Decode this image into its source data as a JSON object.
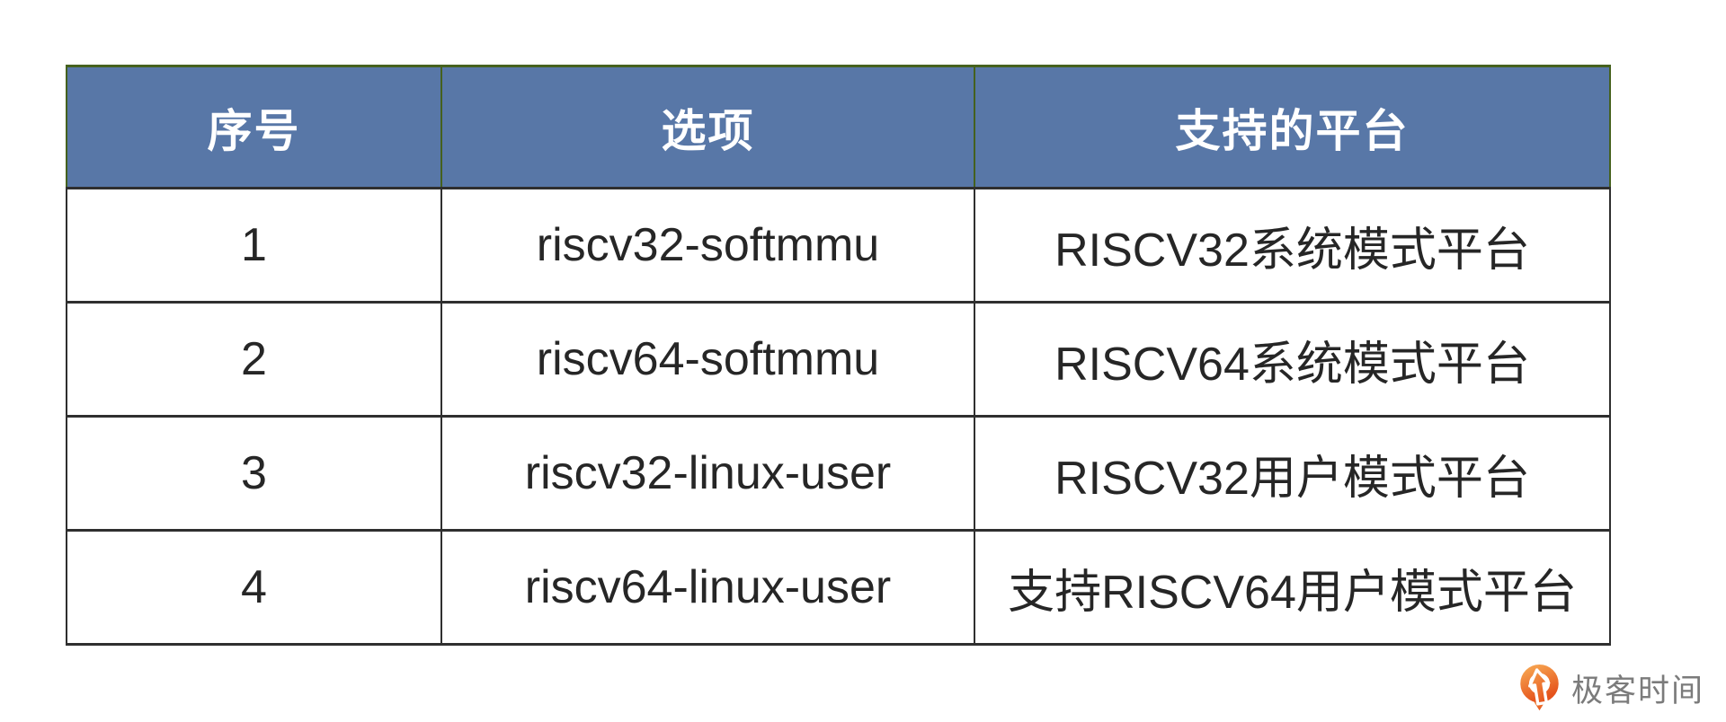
{
  "chart_data": {
    "type": "table",
    "title": "",
    "columns": [
      "序号",
      "选项",
      "支持的平台"
    ],
    "rows": [
      [
        "1",
        "riscv32-softmmu",
        "RISCV32系统模式平台"
      ],
      [
        "2",
        "riscv64-softmmu",
        "RISCV64系统模式平台"
      ],
      [
        "3",
        "riscv32-linux-user",
        "RISCV32用户模式平台"
      ],
      [
        "4",
        "riscv64-linux-user",
        "支持RISCV64用户模式平台"
      ]
    ],
    "layout": {
      "header_position": "top",
      "grid": "full-borders",
      "cell_alignment": "center"
    }
  },
  "watermark": {
    "label": "极客时间",
    "icon": "geektime-pin-icon"
  },
  "colors": {
    "page_bg": "#ffffff",
    "header_bg": "#5877a7",
    "header_text": "#ffffff",
    "header_border": "#45611e",
    "body_border": "#2f2f2f",
    "body_text": "#262626",
    "watermark_text": "#7b7b7b",
    "logo_orange_light": "#f59d4b",
    "logo_orange_deep": "#e5531c"
  }
}
